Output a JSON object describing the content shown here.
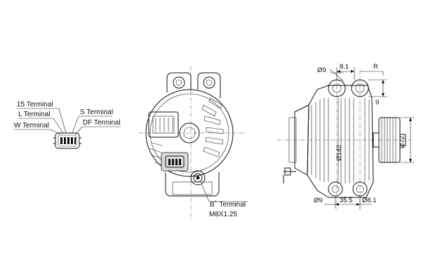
{
  "connector_labels": {
    "t15": "15 Terminal",
    "l": "L Terminal",
    "w": "W Terminal",
    "s": "S Terminal",
    "df": "DF Terminal"
  },
  "front_view_labels": {
    "b_terminal_main": "B",
    "b_terminal_sup": "+",
    "b_terminal_rest": " Terminal",
    "thread": "M8X1.25"
  },
  "side_view_dimensions": {
    "hole_top": "Ø9",
    "offset_top": "8.1",
    "radius": "R",
    "vertical_9": "9",
    "body_dia": "Ø142",
    "pulley_dia": "Ø72",
    "hole_bottom_left": "Ø9",
    "spacing_bottom": "35.5",
    "hole_bottom_right": "Ø8.1"
  }
}
